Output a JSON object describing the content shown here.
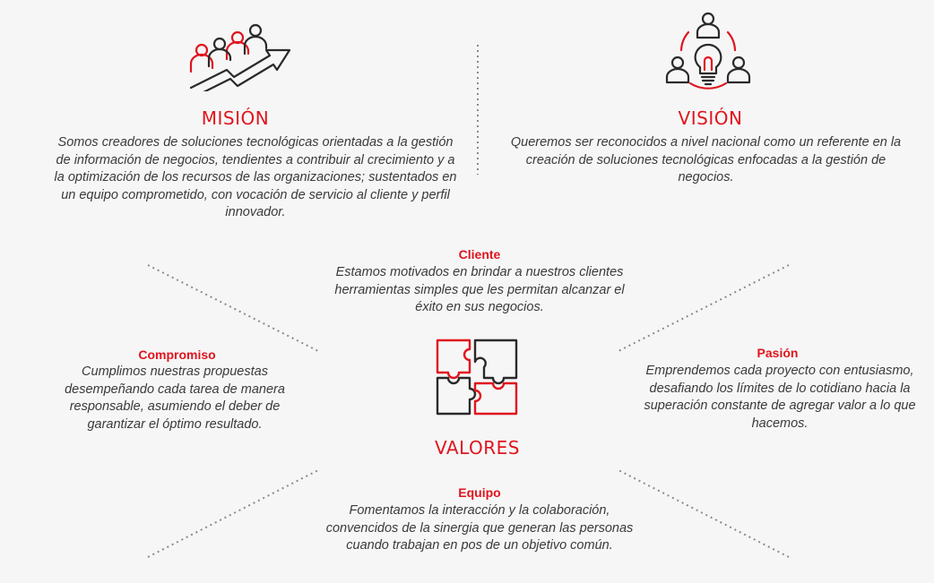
{
  "colors": {
    "accent": "#e0141e",
    "text": "#3a3a3a",
    "icon": "#2a2a2a",
    "background": "#f6f6f6"
  },
  "mision": {
    "icon": "growth-team-icon",
    "title": "MISIÓN",
    "text": "Somos creadores de soluciones tecnológicas orientadas a la gestión de información de negocios, tendientes a contribuir al crecimiento y a la optimización de los recursos de las organizaciones; sustentados en un equipo comprometido, con vocación de servicio al cliente y perfil innovador."
  },
  "vision": {
    "icon": "idea-team-icon",
    "title": "VISIÓN",
    "text": "Queremos ser reconocidos a nivel nacional como un referente en la creación de soluciones tecnológicas enfocadas a la gestión de negocios."
  },
  "valores": {
    "icon": "puzzle-icon",
    "title": "VALORES",
    "cliente": {
      "title": "Cliente",
      "text": "Estamos motivados en brindar a nuestros clientes herramientas simples que les permitan alcanzar el éxito en sus negocios."
    },
    "compromiso": {
      "title": "Compromiso",
      "text": "Cumplimos nuestras propuestas desempeñando cada tarea de manera responsable, asumiendo el deber de garantizar el óptimo resultado."
    },
    "pasion": {
      "title": "Pasión",
      "text": "Emprendemos cada proyecto con entusiasmo, desafiando los límites de lo cotidiano hacia la superación constante de agregar valor a lo que hacemos."
    },
    "equipo": {
      "title": "Equipo",
      "text": "Fomentamos la interacción y la colaboración, convencidos de la sinergia que generan las personas cuando trabajan en pos de un objetivo común."
    }
  }
}
